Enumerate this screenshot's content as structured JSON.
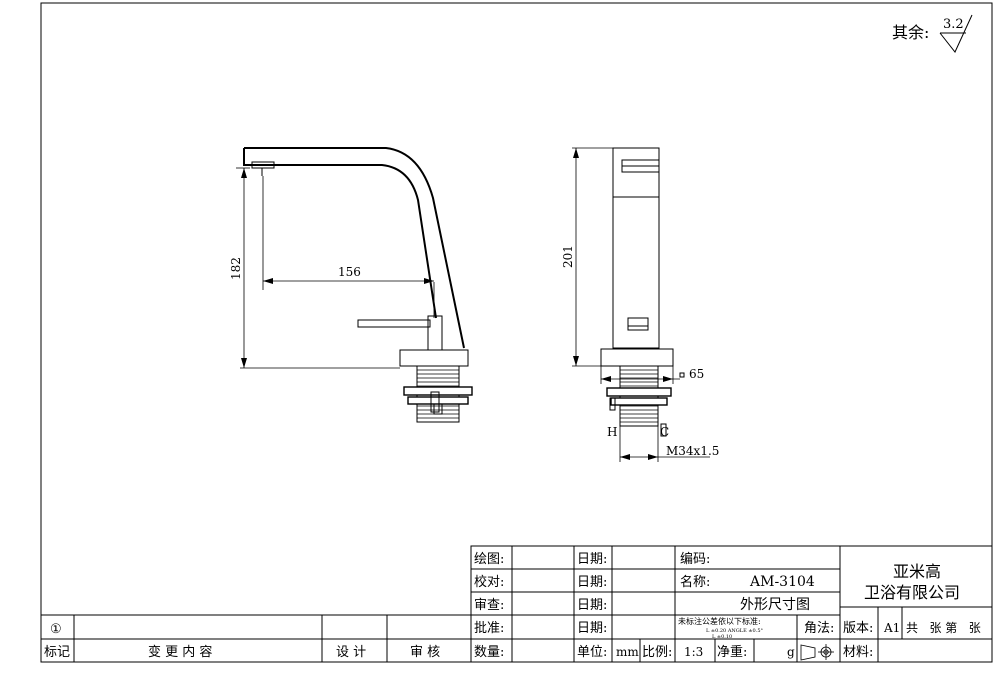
{
  "roughness": {
    "label": "其余:",
    "value": "3.2"
  },
  "dimensions": {
    "spout_height": "182",
    "spout_reach": "156",
    "total_height": "201",
    "base_dim": "65",
    "thread_spec": "M34x1.5",
    "hot_mark": "H",
    "cold_mark": "C"
  },
  "title_block": {
    "drawn_label": "绘图:",
    "checked_label": "校对:",
    "reviewed_label": "审查:",
    "approved_label": "批准:",
    "quantity_label": "数量:",
    "date_label": "日期:",
    "unit_label": "单位:",
    "unit_value": "mm",
    "scale_label": "比例:",
    "scale_value": "1:3",
    "net_weight_label": "净重:",
    "net_weight_unit": "g",
    "code_label": "编码:",
    "name_label": "名称:",
    "product_code": "AM-3104",
    "drawing_name": "外形尺寸图",
    "tolerance_note": "未标注公差依以下标准:",
    "tolerance_row1": "L        ±0.20  ANGLE  ±0.5°",
    "tolerance_row2": "L    ±0.10",
    "projection_label": "角法:",
    "version_label": "版本:",
    "version_value": "A1",
    "sheets_text": "共   张 第   张",
    "material_label": "材料:",
    "company_line1": "亚米高",
    "company_line2": "卫浴有限公司"
  },
  "revision_block": {
    "rev_symbol": "①",
    "mark_label": "标记",
    "change_label": "变 更 内 容",
    "design_label": "设 计",
    "review_label": "审 核"
  }
}
